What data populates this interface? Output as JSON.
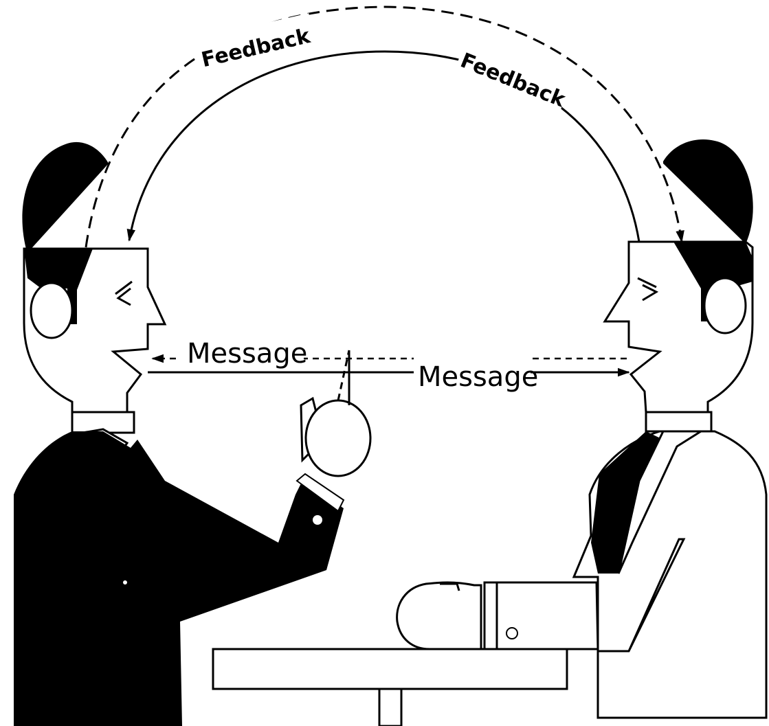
{
  "labels": {
    "feedback_dashed": "Feedback",
    "feedback_solid": "Feedback",
    "message_dashed": "Message",
    "message_solid": "Message"
  },
  "colors": {
    "ink": "#000000",
    "paper": "#ffffff"
  }
}
